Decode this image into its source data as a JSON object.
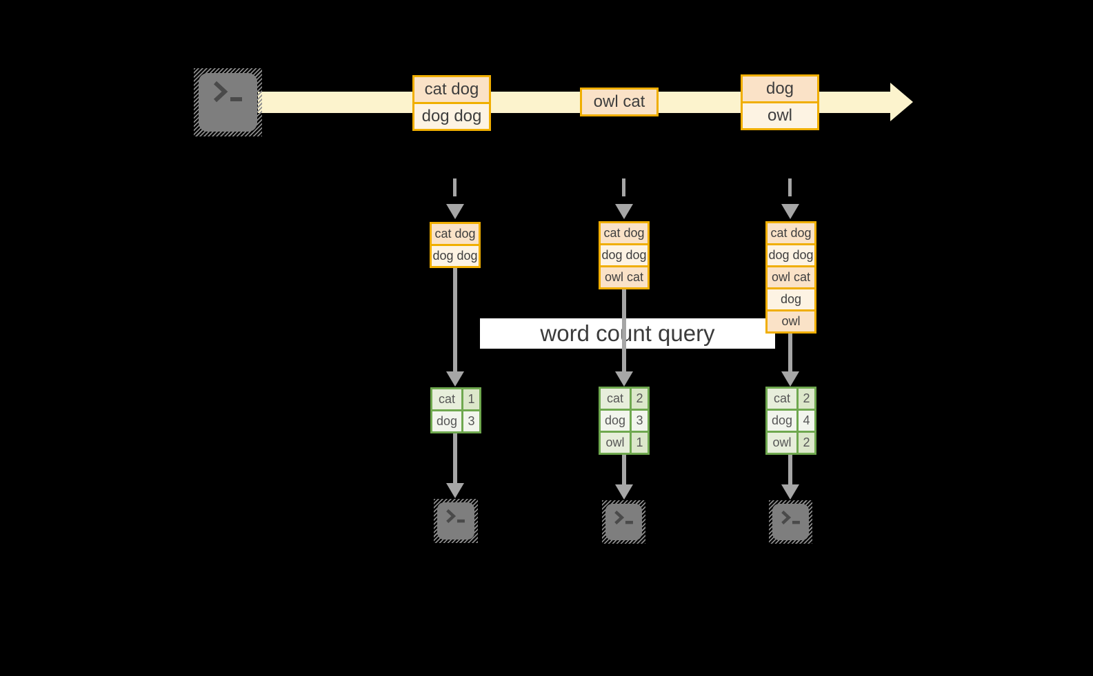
{
  "banner": {
    "label": "word count query"
  },
  "stream": {
    "source_icon": "terminal-icon",
    "events": [
      {
        "lines": [
          "cat dog",
          "dog dog"
        ]
      },
      {
        "lines": [
          "owl cat"
        ]
      },
      {
        "lines": [
          "dog",
          "owl"
        ]
      }
    ]
  },
  "columns": [
    {
      "buffer": [
        "cat dog",
        "dog dog"
      ],
      "counts": [
        {
          "word": "cat",
          "count": "1"
        },
        {
          "word": "dog",
          "count": "3"
        }
      ],
      "sink_icon": "terminal-icon"
    },
    {
      "buffer": [
        "cat dog",
        "dog dog",
        "owl cat"
      ],
      "counts": [
        {
          "word": "cat",
          "count": "2"
        },
        {
          "word": "dog",
          "count": "3"
        },
        {
          "word": "owl",
          "count": "1"
        }
      ],
      "sink_icon": "terminal-icon"
    },
    {
      "buffer": [
        "cat dog",
        "dog dog",
        "owl cat",
        "dog",
        "owl"
      ],
      "counts": [
        {
          "word": "cat",
          "count": "2"
        },
        {
          "word": "dog",
          "count": "4"
        },
        {
          "word": "owl",
          "count": "2"
        }
      ],
      "sink_icon": "terminal-icon"
    }
  ],
  "colors": {
    "background": "#000000",
    "stream_band": "#FCF3CD",
    "event_border": "#F0AE00",
    "event_fill_dark": "#FAE2C7",
    "event_fill_light": "#FDF3E3",
    "count_border": "#6FA84F",
    "count_fill_green": "#E7EEDB",
    "count_fill_white": "#F2F5ED",
    "arrow_gray": "#A6A6A6",
    "terminal_gray": "#7E7E7E",
    "banner_bg": "#FFFFFF"
  }
}
